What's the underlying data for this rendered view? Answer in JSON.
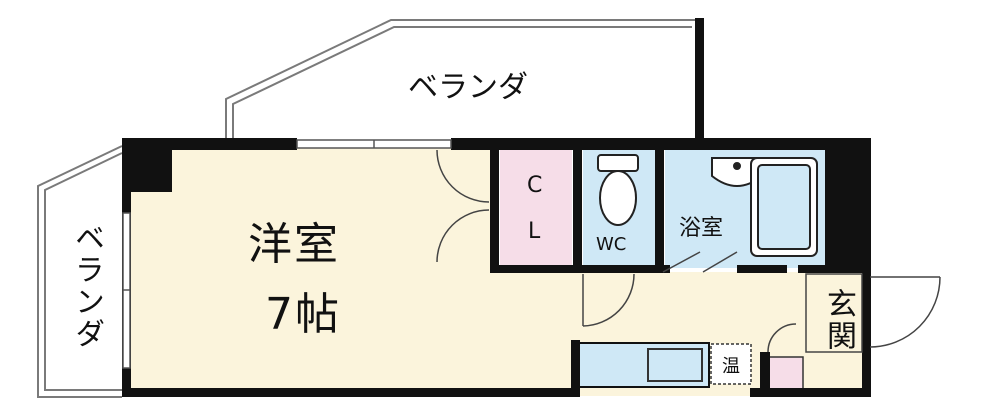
{
  "plan": {
    "balcony_top": "ベランダ",
    "balcony_left": "ベランダ",
    "main_room_name": "洋室",
    "main_room_size": "7帖",
    "closet_line1": "C",
    "closet_line2": "L",
    "toilet": "WC",
    "bath": "浴室",
    "entrance": "玄関",
    "water_heater": "温"
  },
  "colors": {
    "room_fill": "#fbf4dc",
    "wet_fill": "#cfe8f6",
    "closet_fill": "#f6dde8",
    "wall": "#111111",
    "balcony_line": "#7a7a7a"
  }
}
